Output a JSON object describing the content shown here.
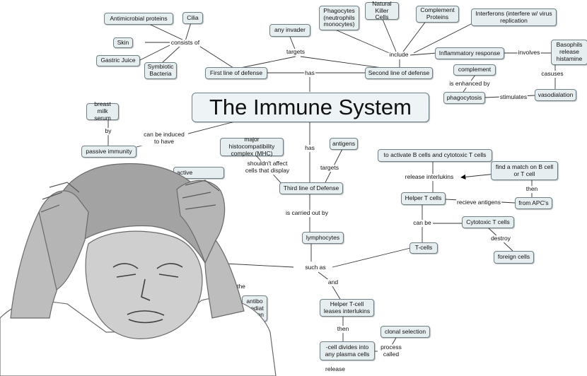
{
  "title": "The Immune System",
  "nodes": {
    "antimicrobial": "Antimicrobial proteins",
    "cilia": "Cilia",
    "skin": "Skin",
    "gastric": "Gastric Juice",
    "symbiotic": "Symbiotic Bacteria",
    "first_line": "First line of defense",
    "any_invader": "any invader",
    "phagocytes": "Phagocytes (neutrophils monocytes)",
    "nk_cells": "Natural Killer Cells",
    "complement_proteins": "Complement Proteins",
    "interferons": "Interferons (interfere w/ virus replication",
    "second_line": "Second line of defense",
    "inflammatory": "Inflammatory response",
    "basophils": "Basophils release histamine",
    "complement": "complement",
    "phagocytosis": "phagocytosis",
    "vasodialation": "vasodialation",
    "breast_milk": "breast milk serum",
    "passive_immunity": "passive immunity",
    "mhc": "major histocompatibility complex (MHC)",
    "antigens": "antigens",
    "active": "active",
    "third_line": "Third line of Defense",
    "activate_b": "to activate B cells and cytotoxic T cells",
    "find_match": "find a match on B cell or T cell",
    "helper_t": "Helper T cells",
    "from_apc": "from APC's",
    "cytotoxic_t": "Cytotoxic T cells",
    "lymphocytes": "lymphocytes",
    "t_cells": "T-cells",
    "foreign_cells": "foreign cells",
    "antibo": "antibo mediat respon",
    "helper_tcell_releases": "Helper T-cell leases interlukins",
    "clonal_selection": "clonal selection",
    "cell_divides": "-cell divides into any plasma cells"
  },
  "labels": {
    "consists_of": "consists of",
    "targets_top": "targets",
    "include": "include",
    "has_top": "has",
    "involves": "involves",
    "causes": "casuses",
    "is_enhanced_by": "is enhanced by",
    "stimulates": "stimulates",
    "by": "by",
    "can_be_induced": "can be induced to have",
    "has_bottom": "has",
    "shouldnt_affect": "shouldn't affect cells that display",
    "targets_mid": "targets",
    "release_interlukins": "release interlukins",
    "then_right": "then",
    "recieve_antigens": "recieve antigens",
    "can_be": "can be",
    "destroy": "destroy",
    "is_carried_out_by": "is carried out by",
    "such_as": "such as",
    "create_the": "create the",
    "and": "and",
    "then_bottom": "then",
    "process_called": "process called",
    "release": "release"
  }
}
